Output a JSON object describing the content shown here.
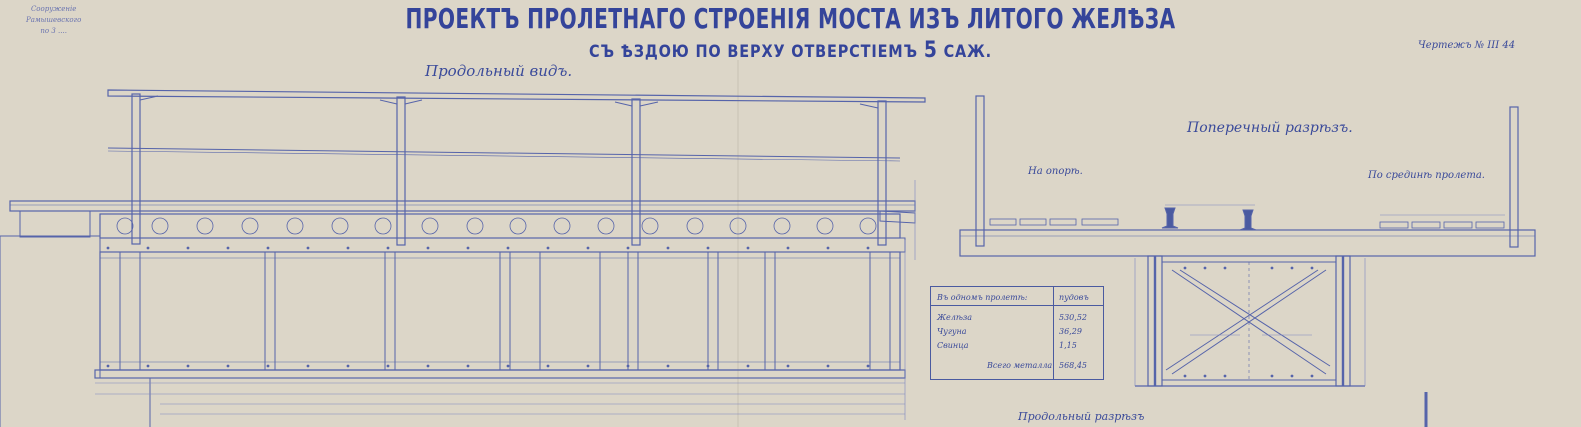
{
  "sheet": {
    "title": "ПРОЕКТЪ ПРОЛЕТНАГО СТРОЕНІЯ МОСТА ИЗЪ ЛИТОГО ЖЕЛѢЗА",
    "subtitle_prefix": "СЪ ѢЗДОЮ ПО ВЕРХУ ОТВЕРСТІЕМЪ",
    "subtitle_number": "5",
    "subtitle_suffix": "САЖ.",
    "corner_note": [
      "Сооруженіе",
      "Рамышевского",
      "по 3 ...."
    ],
    "drawing_number": "Чертежъ № III 44"
  },
  "views": {
    "longitudinal": "Продольный видъ.",
    "cross_section": "Поперечный разрѣзъ.",
    "on_support": "На опорѣ.",
    "mid_span": "По срединѣ пролета.",
    "plan": "Продольный разрѣзъ"
  },
  "spec_table": {
    "header": "Въ одномъ пролетѣ:",
    "unit": "пудовъ",
    "rows": [
      {
        "label": "Желѣза",
        "value": "530,52"
      },
      {
        "label": "Чугуна",
        "value": "36,29"
      },
      {
        "label": "Свинца",
        "value": "1,15"
      }
    ],
    "total_label": "Всего металла",
    "total_value": "568,45"
  },
  "colors": {
    "paper": "#dcd6c8",
    "ink": "#3a4a9a",
    "ink_light": "#7c86c0"
  }
}
